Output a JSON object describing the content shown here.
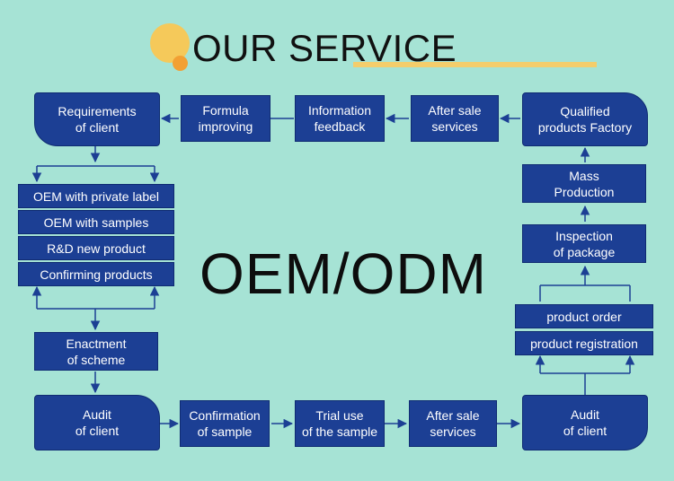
{
  "title": "OUR SERVICE",
  "center_label": "OEM/ODM",
  "colors": {
    "background": "#a6e3d5",
    "box": "#1c3f94",
    "box_text": "#ffffff",
    "arrow": "#1c3f94",
    "accent_circle": "#f5c95a",
    "accent_dot": "#f2a033",
    "underline": "#f4cd6b"
  },
  "top_row": {
    "requirements": "Requirements\nof client",
    "formula": "Formula\nimproving",
    "information": "Information\nfeedback",
    "after_sale": "After sale\nservices",
    "qualified": "Qualified\nproducts Factory"
  },
  "left_column": {
    "oem_private": "OEM with private label",
    "oem_samples": "OEM with samples",
    "rnd": "R&D new product",
    "confirming": "Confirming products",
    "enactment": "Enactment\nof scheme"
  },
  "bottom_row": {
    "audit_left": "Audit\nof  client",
    "confirmation": "Confirmation\nof sample",
    "trial": "Trial use\nof the sample",
    "after_sale": "After sale\nservices",
    "audit_right": "Audit\nof client"
  },
  "right_column": {
    "mass": "Mass\nProduction",
    "inspection": "Inspection\nof package",
    "order": "product order",
    "registration": "product registration"
  }
}
